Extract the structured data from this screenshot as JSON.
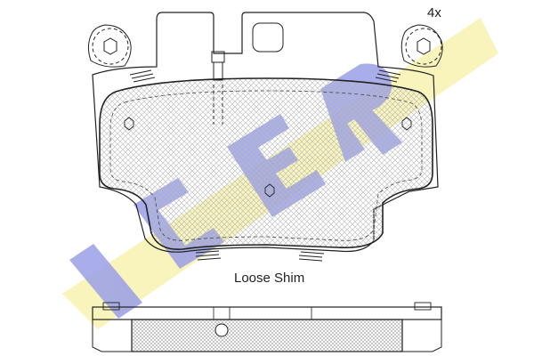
{
  "diagram": {
    "quantity": "4x",
    "shim_label": "Loose Shim"
  },
  "watermark": {
    "brand_text": "ICER",
    "letter_color": "#9a9fe6",
    "swoosh_color": "#f7f2b0"
  },
  "colors": {
    "outline": "#222222",
    "hatch": "#b9b9b9",
    "background": "#ffffff"
  }
}
